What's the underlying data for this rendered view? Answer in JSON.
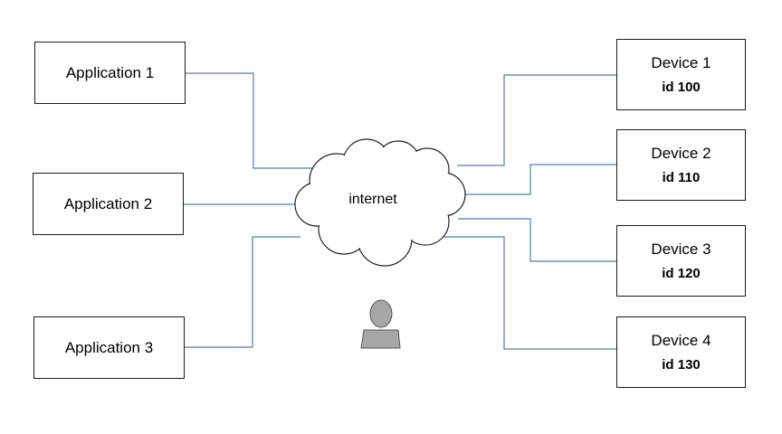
{
  "applications": [
    {
      "label": "Application 1"
    },
    {
      "label": "Application 2"
    },
    {
      "label": "Application 3"
    }
  ],
  "devices": [
    {
      "label": "Device 1",
      "id_label": "id 100"
    },
    {
      "label": "Device 2",
      "id_label": "id 110"
    },
    {
      "label": "Device 3",
      "id_label": "id 120"
    },
    {
      "label": "Device 4",
      "id_label": "id 130"
    }
  ],
  "cloud": {
    "label": "internet",
    "icon": "cloud-icon"
  },
  "user": {
    "icon": "person-icon"
  },
  "colors": {
    "connector": "#4f7db5",
    "box_border": "#1a1a1a",
    "cloud_border": "#222222",
    "person_fill": "#a6a6a6",
    "person_stroke": "#555555"
  }
}
